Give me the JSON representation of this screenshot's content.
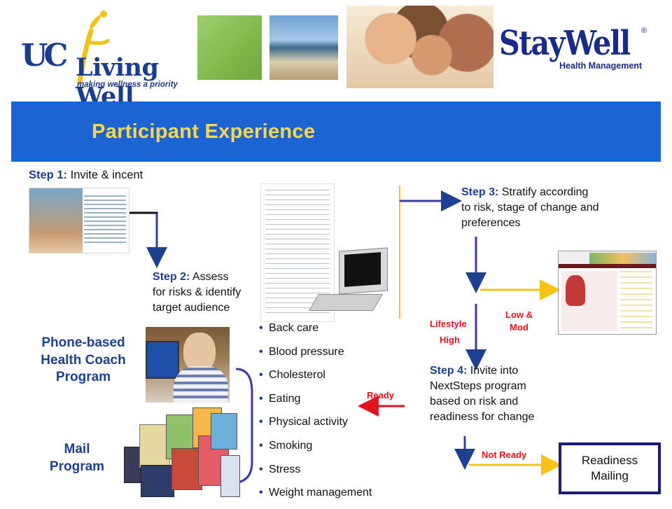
{
  "header": {
    "title": "Participant Experience",
    "uc_logo": {
      "monogram": "UC",
      "name": "Living Well",
      "tagline": "making wellness a priority"
    },
    "staywell_logo": {
      "name": "StayWell",
      "registered": "®",
      "subtitle": "Health Management"
    }
  },
  "steps": {
    "step1": {
      "label": "Step 1:",
      "text": "Invite & incent"
    },
    "step2": {
      "label": "Step 2:",
      "line1": "Assess",
      "line2": "for risks & identify",
      "line3": "target audience"
    },
    "step3": {
      "label": "Step 3:",
      "line1": "Stratify according",
      "line2": "to risk, stage of change and",
      "line3": "preferences"
    },
    "step4": {
      "label": "Step 4:",
      "line1": "Invite into",
      "line2": "NextSteps program",
      "line3": "based on risk and",
      "line4": "readiness for change"
    }
  },
  "programs": {
    "phone": {
      "line1": "Phone-based",
      "line2": "Health Coach",
      "line3": "Program"
    },
    "mail": {
      "line1": "Mail",
      "line2": "Program"
    }
  },
  "topics": [
    "Back care",
    "Blood pressure",
    "Cholesterol",
    "Eating",
    "Physical activity",
    "Smoking",
    "Stress",
    "Weight management"
  ],
  "flow_labels": {
    "low_mod": {
      "line1": "Low &",
      "line2": "Mod"
    },
    "lifestyle": "Lifestyle",
    "high": "High",
    "ready": "Ready",
    "not_ready": "Not Ready"
  },
  "readiness_box": {
    "line1": "Readiness",
    "line2": "Mailing"
  },
  "colors": {
    "banner": "#1c64d2",
    "title": "#ffd84a",
    "navy": "#1f3f8f",
    "red_arrow": "#e0141e",
    "gold_arrow": "#f4c518"
  }
}
